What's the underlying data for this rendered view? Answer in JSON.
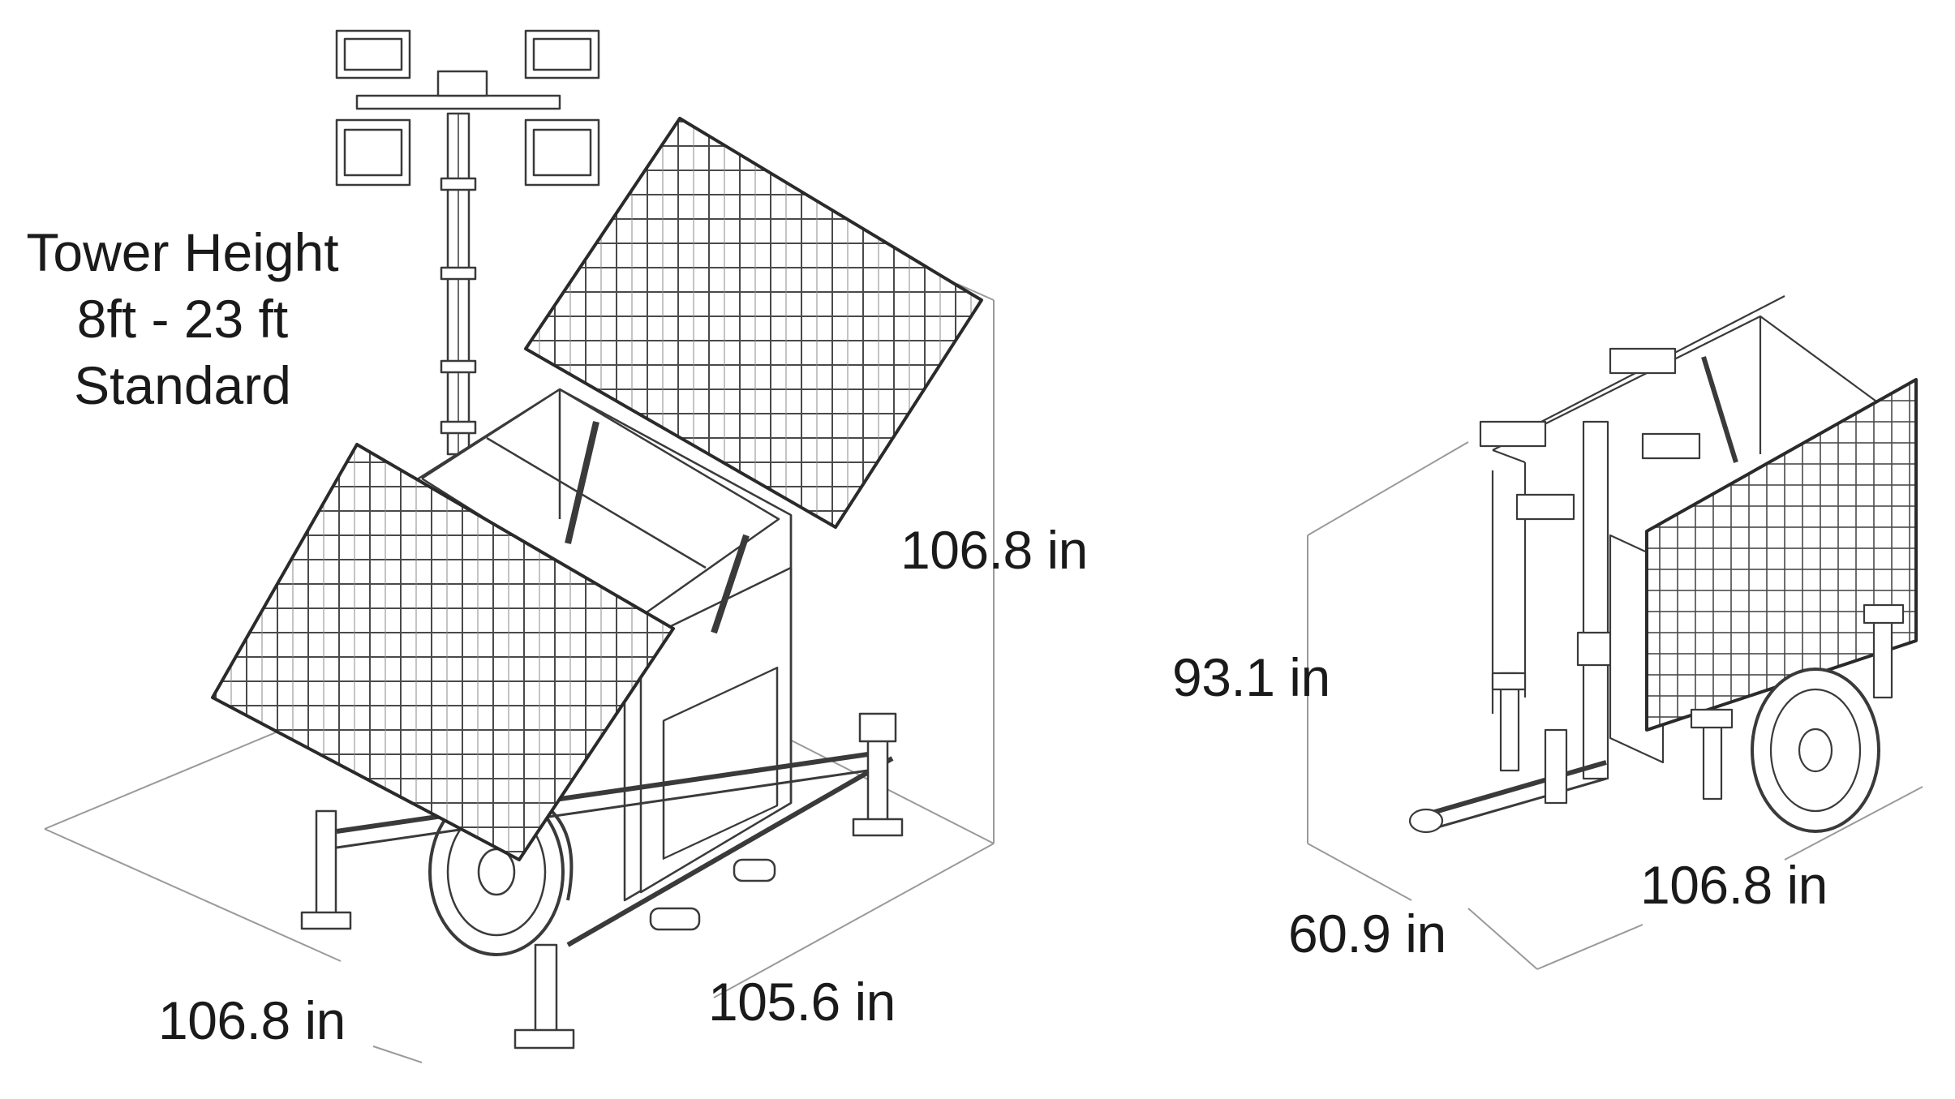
{
  "tower": {
    "line1": "Tower Height",
    "line2": "8ft - 23 ft",
    "line3": "Standard"
  },
  "dimensions": {
    "left_height": "106.8 in",
    "left_length": "106.8 in",
    "left_width": "105.6 in",
    "right_height": "93.1 in",
    "right_width": "60.9 in",
    "right_length": "106.8 in"
  },
  "colors": {
    "line": "#3a3a3a",
    "text": "#1a1a1a",
    "background": "#ffffff"
  }
}
